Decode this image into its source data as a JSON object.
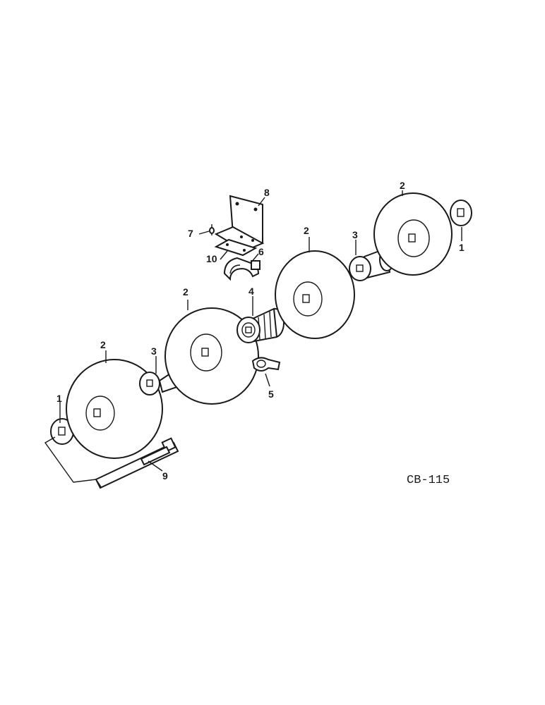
{
  "diagram": {
    "callouts": {
      "c1_left": "1",
      "c1_right": "1",
      "c2_far_left": "2",
      "c2_mid_left": "2",
      "c2_mid_right": "2",
      "c2_far_right": "2",
      "c3_left": "3",
      "c3_right": "3",
      "c4": "4",
      "c5": "5",
      "c6": "6",
      "c7": "7",
      "c8": "8",
      "c9": "9",
      "c10": "10"
    },
    "drawing_code": "CB-115"
  }
}
